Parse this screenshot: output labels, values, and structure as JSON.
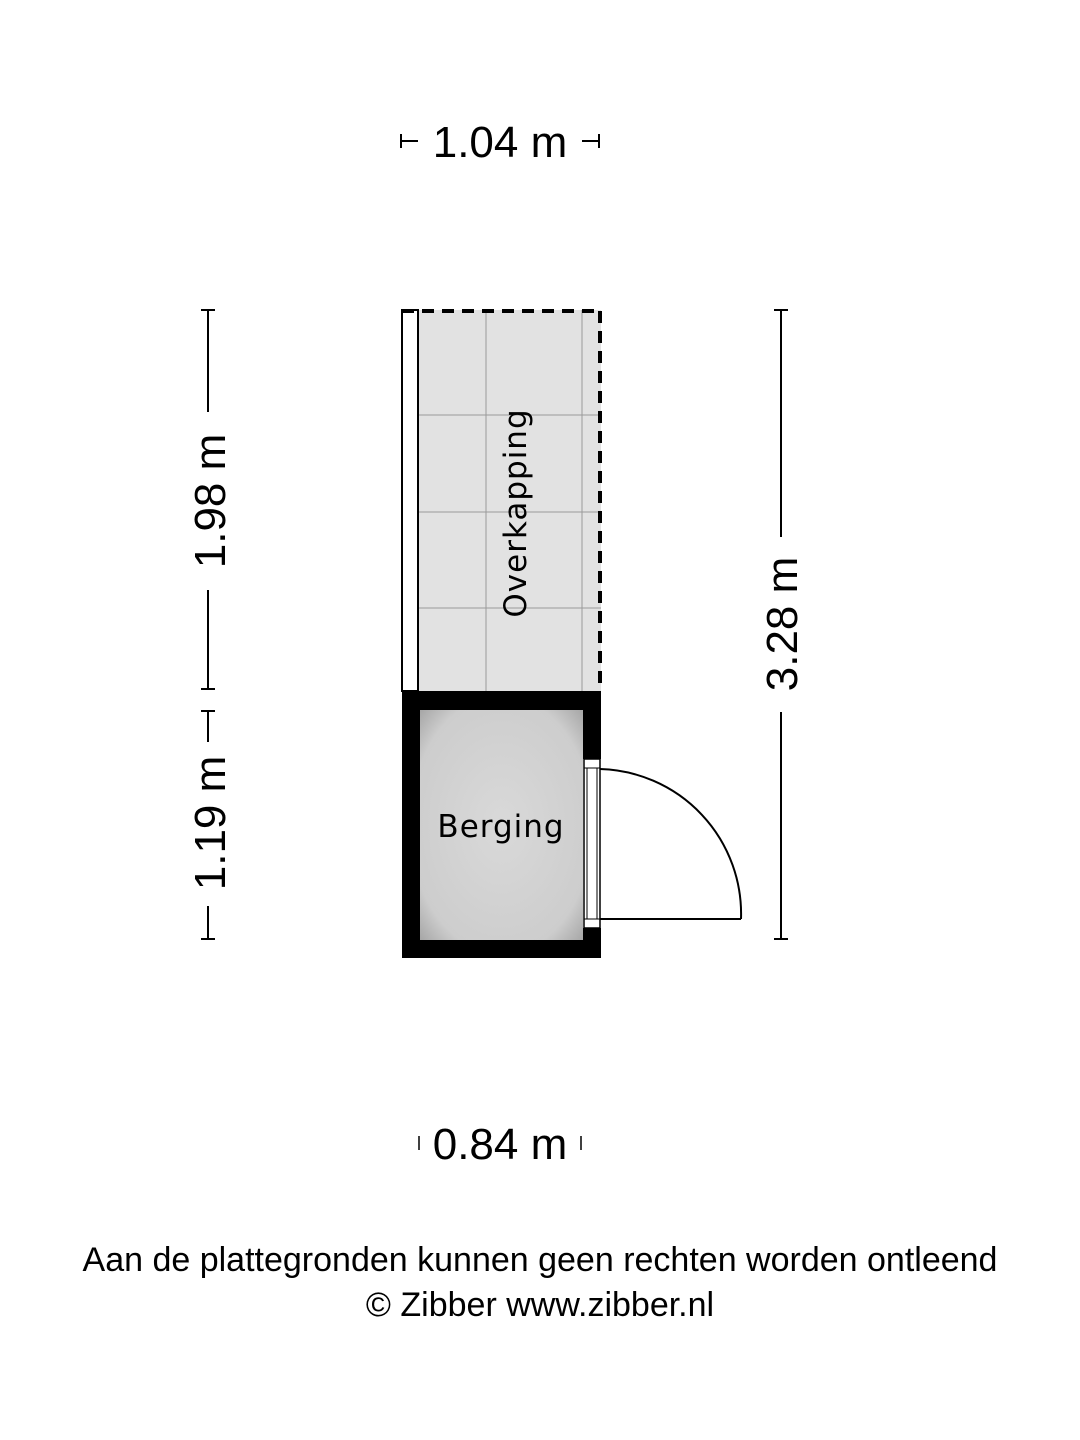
{
  "rooms": {
    "overkapping": "Overkapping",
    "berging": "Berging"
  },
  "dimensions": {
    "top_width": "1.04 m",
    "bottom_width": "0.84 m",
    "left_upper": "1.98 m",
    "left_lower": "1.19 m",
    "right_total": "3.28 m"
  },
  "footer": {
    "disclaimer": "Aan de plattegronden kunnen geen rechten worden ontleend",
    "copyright": "© Zibber www.zibber.nl"
  },
  "colors": {
    "wall": "#000000",
    "floor_overkapping": "#e2e2e2",
    "floor_berging": "#d2d2d2",
    "grid": "#9a9a9a",
    "background": "#ffffff"
  }
}
